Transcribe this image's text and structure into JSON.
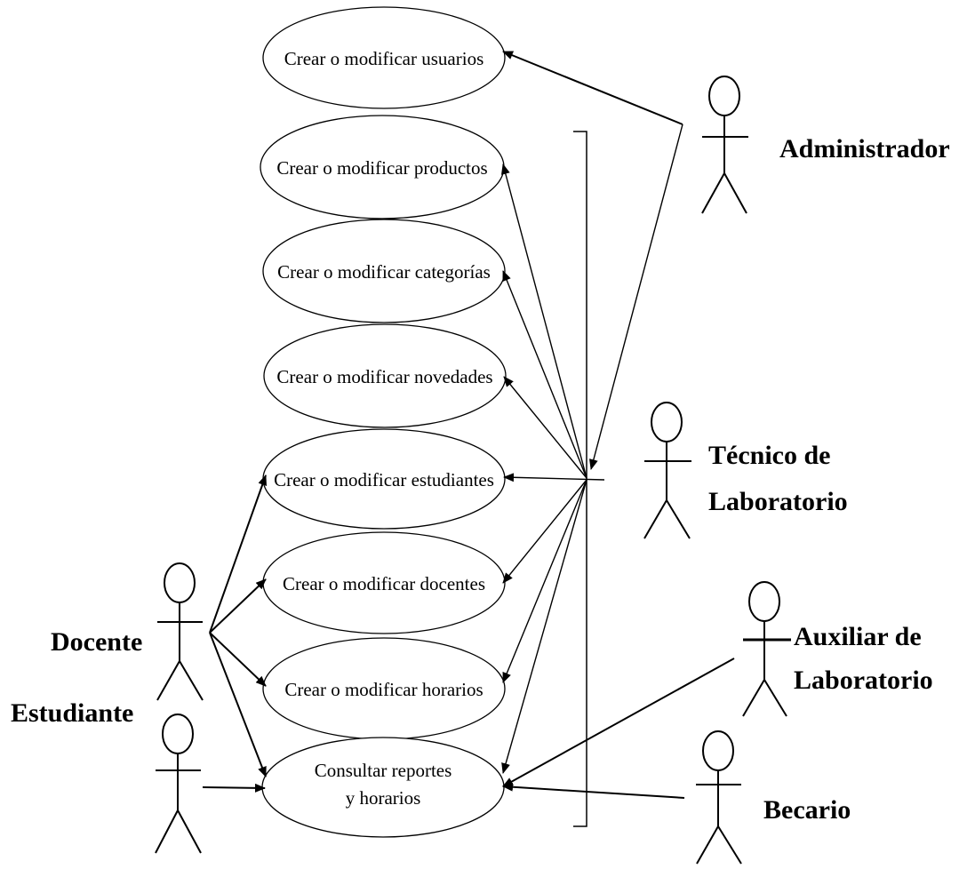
{
  "use_cases": {
    "usuarios": "Crear o modificar usuarios",
    "productos": "Crear o modificar productos",
    "categorias": "Crear o modificar categorías",
    "novedades": "Crear o modificar novedades",
    "estudiantes": "Crear o modificar estudiantes",
    "docentes": "Crear o modificar docentes",
    "horarios": "Crear o modificar horarios",
    "reportes_line1": "Consultar reportes",
    "reportes_line2": "y horarios"
  },
  "actors": {
    "administrador": "Administrador",
    "tecnico_line1": "Técnico de",
    "tecnico_line2": "Laboratorio",
    "auxiliar_line1": "Auxiliar de",
    "auxiliar_line2": "Laboratorio",
    "becario": "Becario",
    "docente": "Docente",
    "estudiante": "Estudiante"
  }
}
